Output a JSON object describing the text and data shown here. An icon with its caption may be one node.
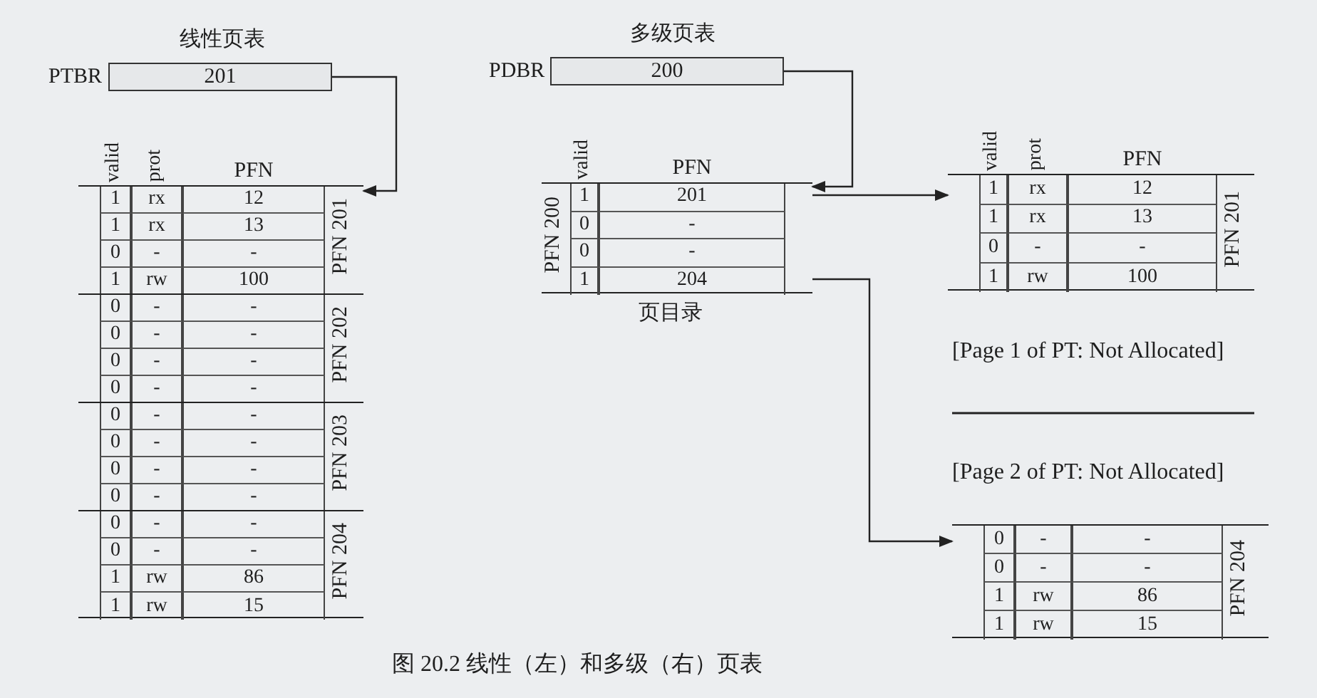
{
  "diagram": {
    "caption": "图 20.2 线性（左）和多级（右）页表",
    "nodes": [
      {
        "text": [
          "201"
        ],
        "beside": [
          "PTBR"
        ]
      },
      {
        "text": [],
        "shape": "box"
      },
      {
        "text": [
          "200"
        ],
        "beside": [
          "PDBR"
        ]
      },
      {
        "text": [],
        "shape": "box",
        "beside": [
          "页目录"
        ]
      },
      {
        "text": [],
        "shape": "box"
      },
      {
        "text": [],
        "shape": "box"
      }
    ],
    "edges": [
      {
        "from": 0,
        "to": 1,
        "arrow": "to"
      },
      {
        "from": 2,
        "to": 3,
        "arrow": "to"
      },
      {
        "from": 3,
        "to": 4,
        "arrow": "to"
      },
      {
        "from": 3,
        "to": 5,
        "arrow": "to"
      }
    ],
    "labels": [
      "线性页表",
      "valid",
      "prot",
      "PFN",
      "1",
      "rx",
      "12",
      "1",
      "rx",
      "13",
      "0",
      "-",
      "-",
      "1",
      "rw",
      "100",
      "0",
      "-",
      "-",
      "0",
      "-",
      "-",
      "0",
      "-",
      "-",
      "0",
      "-",
      "-",
      "0",
      "-",
      "-",
      "0",
      "-",
      "-",
      "0",
      "-",
      "-",
      "0",
      "-",
      "-",
      "0",
      "-",
      "-",
      "0",
      "-",
      "-",
      "1",
      "rw",
      "86",
      "1",
      "rw",
      "15",
      "PFN 201",
      "PFN 202",
      "PFN 203",
      "PFN 204",
      "多级页表",
      "valid",
      "PFN",
      "1",
      "201",
      "0",
      "-",
      "0",
      "-",
      "1",
      "204",
      "PFN 200",
      "valid",
      "prot",
      "PFN",
      "1",
      "rx",
      "12",
      "1",
      "rx",
      "13",
      "0",
      "-",
      "-",
      "1",
      "rw",
      "100",
      "PFN 201",
      "[Page 1 of PT: Not Allocated]",
      "[Page 2 of PT: Not Allocated]",
      "0",
      "-",
      "-",
      "0",
      "-",
      "-",
      "1",
      "rw",
      "86",
      "1",
      "rw",
      "15",
      "PFN 204"
    ]
  }
}
